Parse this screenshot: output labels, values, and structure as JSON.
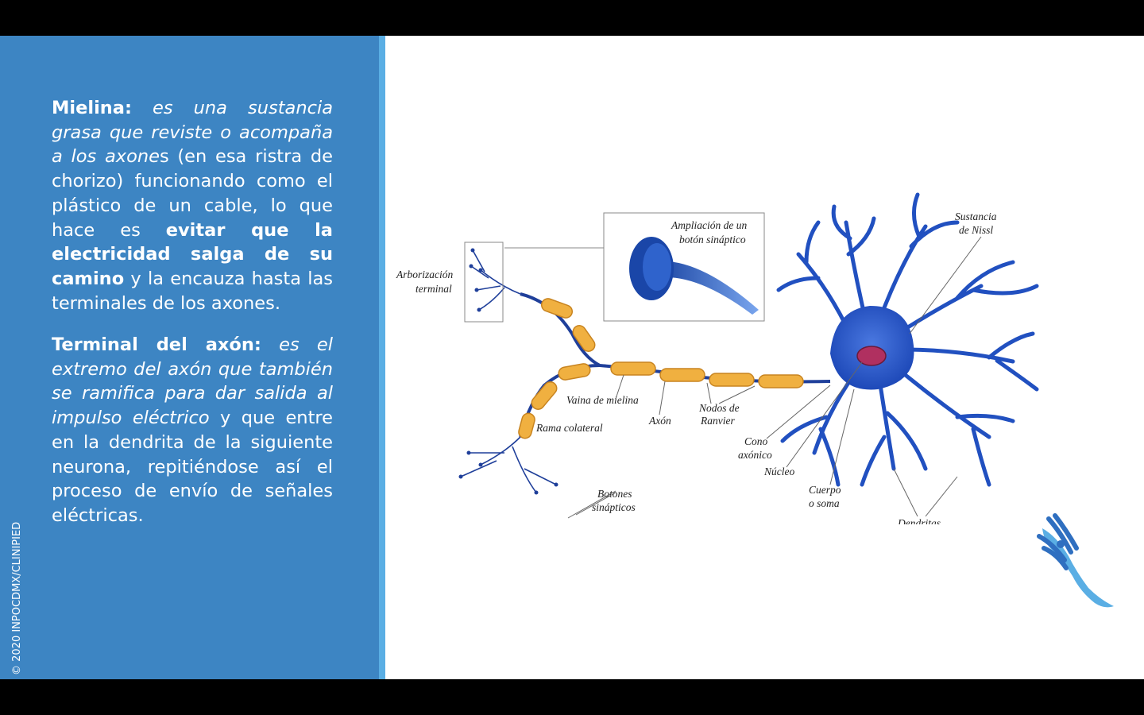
{
  "mielina": {
    "term": "Mielina:",
    "definition_italic": "es una sustancia grasa que reviste o acompaña a los axone",
    "definition_tail": "s (en esa ristra de chorizo) funcionando como el plástico de un cable, lo que hace es ",
    "emphasis": "evitar que la electricidad salga de su camino",
    "ending": " y la encauza hasta las terminales de los axones."
  },
  "terminal": {
    "term": "Terminal del axón:",
    "definition_italic": " es el extremo del axón que también se ramifica para dar salida al impulso eléctrico",
    "ending": " y que entre en la dendrita de la siguiente neurona, repitiéndose así el proceso de envío de señales eléctricas."
  },
  "copyright": "© 2020 INPOCDMX/CLINIPIED",
  "diagram_labels": {
    "arborizacion_1": "Arborización",
    "arborizacion_2": "terminal",
    "ampliacion_1": "Ampliación de un",
    "ampliacion_2": "botón sináptico",
    "sustancia_1": "Sustancia",
    "sustancia_2": "de Nissl",
    "vaina": "Vaina de mielina",
    "rama": "Rama colateral",
    "axon": "Axón",
    "nodos_1": "Nodos de",
    "nodos_2": "Ranvier",
    "cono_1": "Cono",
    "cono_2": "axónico",
    "nucleo": "Núcleo",
    "botones_1": "Botones",
    "botones_2": "sinápticos",
    "cuerpo_1": "Cuerpo",
    "cuerpo_2": "o soma",
    "dendritas": "Dendritas"
  },
  "colors": {
    "panel": "#3d85c3",
    "accent": "#5aaee4",
    "neuron": "#1f4fbf",
    "myelin": "#f0b040",
    "nucleus": "#b03060"
  },
  "icons": {
    "logo": "winged-foot-logo"
  }
}
